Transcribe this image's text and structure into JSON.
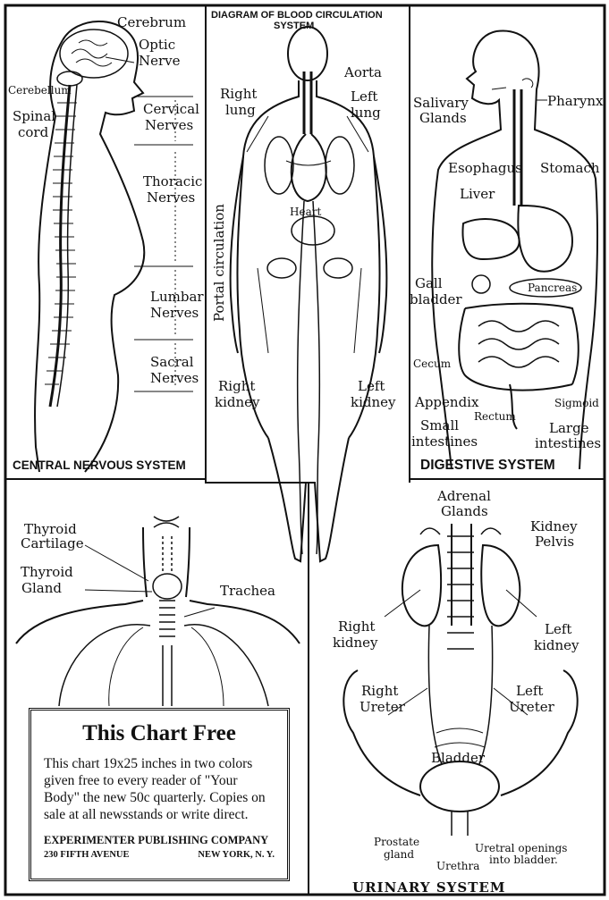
{
  "panels": {
    "nervous": {
      "title": "CENTRAL NERVOUS SYSTEM",
      "labels": {
        "cerebrum": "Cerebrum",
        "optic_1": "Optic",
        "optic_2": "Nerve",
        "cerebellum": "Cerebellum",
        "spinal_1": "Spinal",
        "spinal_2": "cord",
        "cervical_1": "Cervical",
        "cervical_2": "Nerves",
        "thoracic_1": "Thoracic",
        "thoracic_2": "Nerves",
        "lumbar_1": "Lumbar",
        "lumbar_2": "Nerves",
        "sacral_1": "Sacral",
        "sacral_2": "Nerves"
      }
    },
    "circulation": {
      "title_1": "DIAGRAM OF BLOOD CIRCULATION",
      "title_2": "SYSTEM",
      "labels": {
        "aorta": "Aorta",
        "right_lung_1": "Right",
        "right_lung_2": "lung",
        "left_lung_1": "Left",
        "left_lung_2": "lung",
        "heart": "Heart",
        "portal": "Portal circulation",
        "right_kidney_1": "Right",
        "right_kidney_2": "kidney",
        "left_kidney_1": "Left",
        "left_kidney_2": "kidney"
      }
    },
    "digestive": {
      "title": "DIGESTIVE SYSTEM",
      "labels": {
        "salivary_1": "Salivary",
        "salivary_2": "Glands",
        "pharynx": "Pharynx",
        "esophagus": "Esophagus",
        "stomach": "Stomach",
        "liver": "Liver",
        "gall_1": "Gall",
        "gall_2": "bladder",
        "pancreas": "Pancreas",
        "cecum": "Cecum",
        "appendix": "Appendix",
        "rectum": "Rectum",
        "sigmoid": "Sigmoid",
        "small_1": "Small",
        "small_2": "intestines",
        "large_1": "Large",
        "large_2": "intestines"
      }
    },
    "respiratory": {
      "labels": {
        "thyroid_cart_1": "Thyroid",
        "thyroid_cart_2": "Cartilage",
        "thyroid_gland_1": "Thyroid",
        "thyroid_gland_2": "Gland",
        "trachea": "Trachea"
      }
    },
    "urinary": {
      "title": "URINARY SYSTEM",
      "labels": {
        "adrenal_1": "Adrenal",
        "adrenal_2": "Glands",
        "kidney_pelvis_1": "Kidney",
        "kidney_pelvis_2": "Pelvis",
        "right_kidney_1": "Right",
        "right_kidney_2": "kidney",
        "left_kidney_1": "Left",
        "left_kidney_2": "kidney",
        "right_ureter_1": "Right",
        "right_ureter_2": "Ureter",
        "left_ureter_1": "Left",
        "left_ureter_2": "Ureter",
        "bladder": "Bladder",
        "prostate_1": "Prostate",
        "prostate_2": "gland",
        "urethra": "Urethra",
        "openings_1": "Uretral openings",
        "openings_2": "into bladder."
      }
    }
  },
  "ad": {
    "heading": "This Chart Free",
    "body": "This chart 19x25 inches in two colors given free to every reader of \"Your Body\" the new 50c quarterly. Copies on sale at all newsstands or write direct.",
    "publisher": "EXPERIMENTER PUBLISHING COMPANY",
    "address": "230 FIFTH AVENUE",
    "city": "NEW YORK, N. Y."
  }
}
